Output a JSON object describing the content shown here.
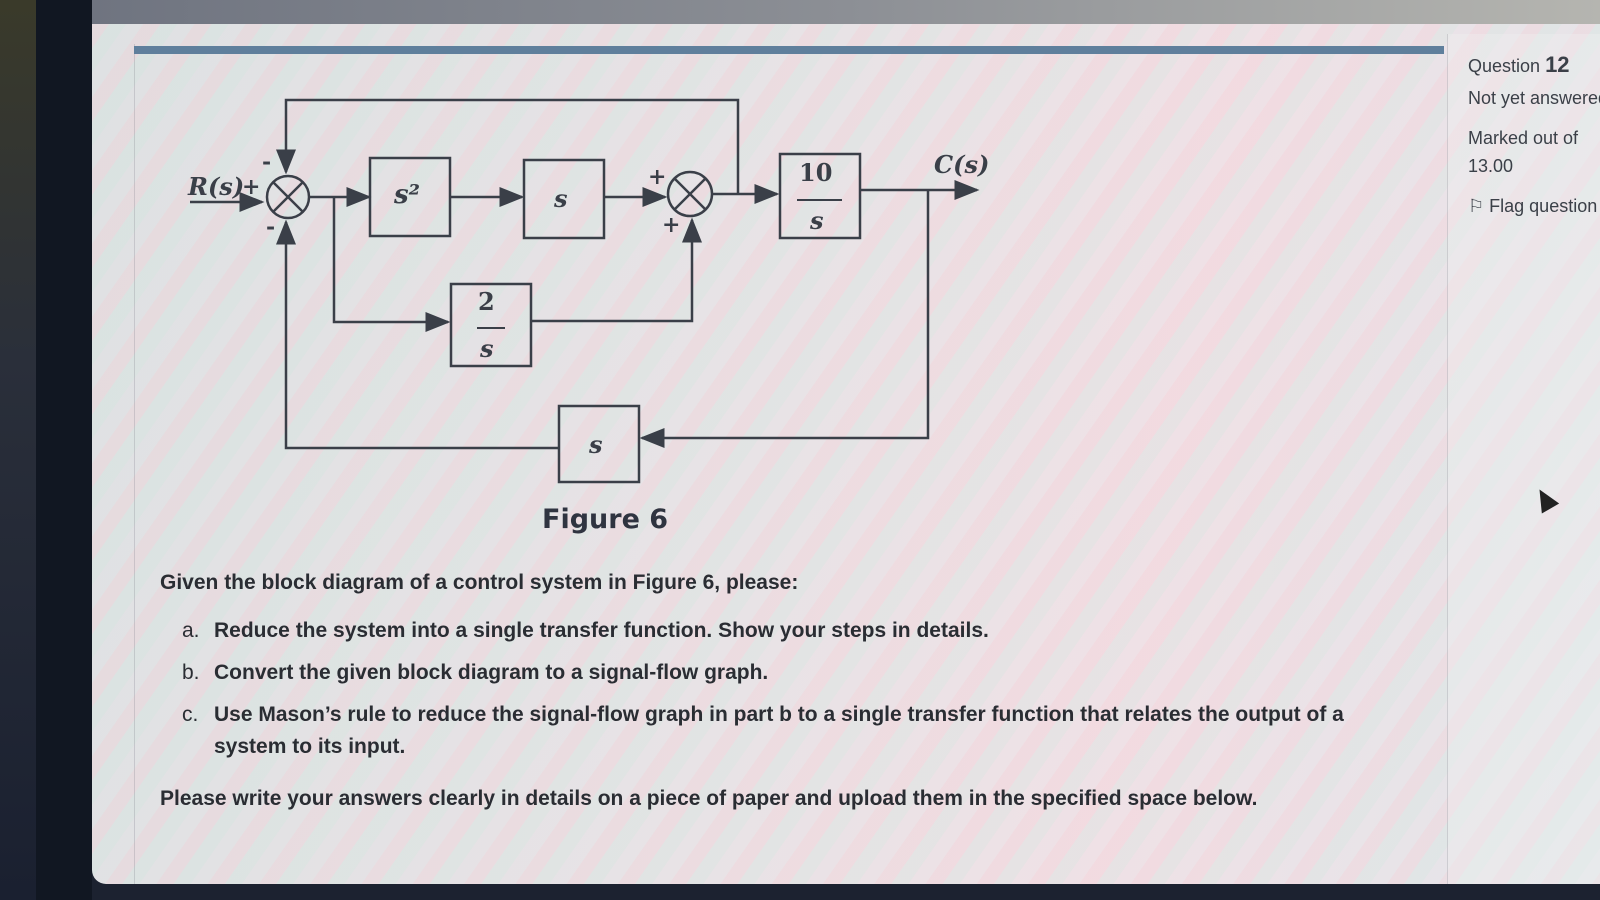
{
  "side": {
    "question_label": "Question",
    "question_number": "12",
    "status": "Not yet answered",
    "marked_label": "Marked out of",
    "marked_value": "13.00",
    "flag_label": "Flag question"
  },
  "diagram": {
    "input_label": "R(s)",
    "output_label": "C(s)",
    "sum1_signs": {
      "left": "+",
      "top": "-",
      "bottom": "-"
    },
    "sum2_signs": {
      "top": "+",
      "bottom": "+"
    },
    "block_s2": "s²",
    "block_s": "s",
    "block_2s_num": "2",
    "block_2s_den": "s",
    "block_10s_num": "10",
    "block_10s_den": "s",
    "block_feedback": "s",
    "caption": "Figure 6"
  },
  "question": {
    "intro": "Given the block diagram of a control system in Figure 6, please:",
    "items": [
      {
        "marker": "a.",
        "text": "Reduce the system into a single transfer function. Show your steps in details."
      },
      {
        "marker": "b.",
        "text": "Convert the given block diagram to a signal-flow graph."
      },
      {
        "marker": "c.",
        "text": "Use Mason’s rule to reduce the signal-flow graph in part b to a single transfer function that relates the output of a system to its input."
      }
    ],
    "footer": "Please write your answers clearly in details on a piece of paper and upload them in the specified space below."
  }
}
